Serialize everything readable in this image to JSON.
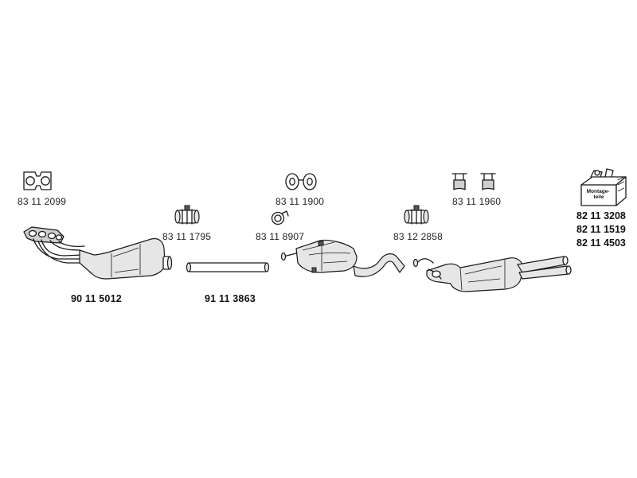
{
  "parts": {
    "gasket": "83 11 2099",
    "manifold_pipe": "90 11 5012",
    "clamp_1": "83 11 1795",
    "middle_pipe": "91 11 3863",
    "rubber_mount_1": "83 11 1900",
    "clip": "83 11 8907",
    "clamp_2": "83 12 2858",
    "hanger": "83 11 1960"
  },
  "mounting_kit": {
    "box_label": "Montage-\nteile",
    "numbers": [
      "82 11 3208",
      "82 11 1519",
      "82 11 4503"
    ]
  }
}
